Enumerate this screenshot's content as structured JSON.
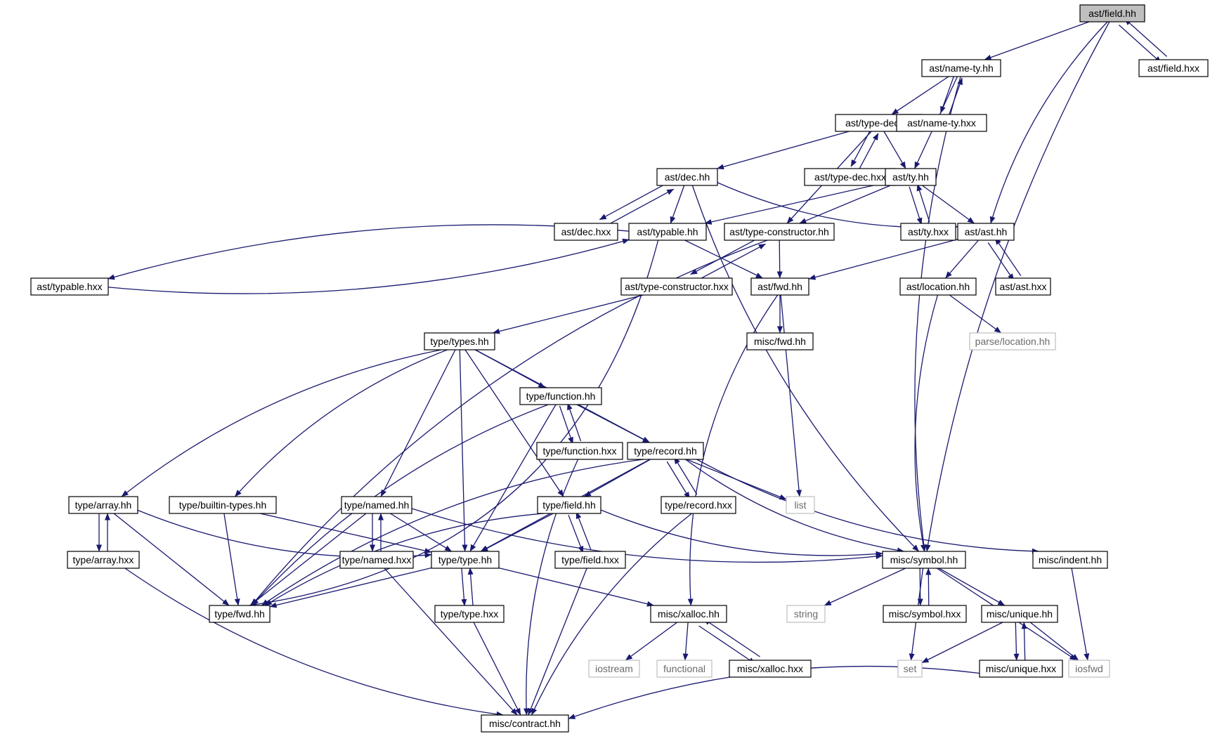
{
  "colors": {
    "edge": "#191970",
    "node_border": "#000000",
    "ext_border": "#bfbfbf",
    "root_fill": "#bfbfbf",
    "node_fill": "#ffffff"
  },
  "nodes": [
    {
      "id": "field_hh",
      "label": "ast/field.hh",
      "kind": "root"
    },
    {
      "id": "name_ty_hh",
      "label": "ast/name-ty.hh",
      "kind": "file"
    },
    {
      "id": "field_hxx",
      "label": "ast/field.hxx",
      "kind": "file"
    },
    {
      "id": "type_dec_hh",
      "label": "ast/type-dec.hh",
      "kind": "file"
    },
    {
      "id": "name_ty_hxx",
      "label": "ast/name-ty.hxx",
      "kind": "file"
    },
    {
      "id": "dec_hh",
      "label": "ast/dec.hh",
      "kind": "file"
    },
    {
      "id": "type_dec_hxx",
      "label": "ast/type-dec.hxx",
      "kind": "file"
    },
    {
      "id": "ty_hh",
      "label": "ast/ty.hh",
      "kind": "file"
    },
    {
      "id": "dec_hxx",
      "label": "ast/dec.hxx",
      "kind": "file"
    },
    {
      "id": "typable_hh",
      "label": "ast/typable.hh",
      "kind": "file"
    },
    {
      "id": "type_ctor_hh",
      "label": "ast/type-constructor.hh",
      "kind": "file"
    },
    {
      "id": "ty_hxx",
      "label": "ast/ty.hxx",
      "kind": "file"
    },
    {
      "id": "ast_hh",
      "label": "ast/ast.hh",
      "kind": "file"
    },
    {
      "id": "typable_hxx",
      "label": "ast/typable.hxx",
      "kind": "file"
    },
    {
      "id": "type_ctor_hxx",
      "label": "ast/type-constructor.hxx",
      "kind": "file"
    },
    {
      "id": "ast_fwd_hh",
      "label": "ast/fwd.hh",
      "kind": "file"
    },
    {
      "id": "location_hh",
      "label": "ast/location.hh",
      "kind": "file"
    },
    {
      "id": "ast_hxx",
      "label": "ast/ast.hxx",
      "kind": "file"
    },
    {
      "id": "types_hh",
      "label": "type/types.hh",
      "kind": "file"
    },
    {
      "id": "misc_fwd_hh",
      "label": "misc/fwd.hh",
      "kind": "file"
    },
    {
      "id": "parse_location_hh",
      "label": "parse/location.hh",
      "kind": "ext"
    },
    {
      "id": "function_hh",
      "label": "type/function.hh",
      "kind": "file"
    },
    {
      "id": "function_hxx",
      "label": "type/function.hxx",
      "kind": "file"
    },
    {
      "id": "record_hh",
      "label": "type/record.hh",
      "kind": "file"
    },
    {
      "id": "array_hh",
      "label": "type/array.hh",
      "kind": "file"
    },
    {
      "id": "builtin_hh",
      "label": "type/builtin-types.hh",
      "kind": "file"
    },
    {
      "id": "named_hh",
      "label": "type/named.hh",
      "kind": "file"
    },
    {
      "id": "tfield_hh",
      "label": "type/field.hh",
      "kind": "file"
    },
    {
      "id": "record_hxx",
      "label": "type/record.hxx",
      "kind": "file"
    },
    {
      "id": "list",
      "label": "list",
      "kind": "ext"
    },
    {
      "id": "array_hxx",
      "label": "type/array.hxx",
      "kind": "file"
    },
    {
      "id": "named_hxx",
      "label": "type/named.hxx",
      "kind": "file"
    },
    {
      "id": "type_hh",
      "label": "type/type.hh",
      "kind": "file"
    },
    {
      "id": "tfield_hxx",
      "label": "type/field.hxx",
      "kind": "file"
    },
    {
      "id": "symbol_hh",
      "label": "misc/symbol.hh",
      "kind": "file"
    },
    {
      "id": "indent_hh",
      "label": "misc/indent.hh",
      "kind": "file"
    },
    {
      "id": "type_fwd_hh",
      "label": "type/fwd.hh",
      "kind": "file"
    },
    {
      "id": "type_hxx",
      "label": "type/type.hxx",
      "kind": "file"
    },
    {
      "id": "xalloc_hh",
      "label": "misc/xalloc.hh",
      "kind": "file"
    },
    {
      "id": "string",
      "label": "string",
      "kind": "ext"
    },
    {
      "id": "symbol_hxx",
      "label": "misc/symbol.hxx",
      "kind": "file"
    },
    {
      "id": "unique_hh",
      "label": "misc/unique.hh",
      "kind": "file"
    },
    {
      "id": "iostream",
      "label": "iostream",
      "kind": "ext"
    },
    {
      "id": "functional",
      "label": "functional",
      "kind": "ext"
    },
    {
      "id": "xalloc_hxx",
      "label": "misc/xalloc.hxx",
      "kind": "file"
    },
    {
      "id": "set",
      "label": "set",
      "kind": "ext"
    },
    {
      "id": "unique_hxx",
      "label": "misc/unique.hxx",
      "kind": "file"
    },
    {
      "id": "iosfwd",
      "label": "iosfwd",
      "kind": "ext"
    },
    {
      "id": "contract_hh",
      "label": "misc/contract.hh",
      "kind": "file"
    }
  ],
  "edges": [
    [
      "field_hh",
      "name_ty_hh"
    ],
    [
      "field_hh",
      "field_hxx"
    ],
    [
      "field_hh",
      "ast_hh"
    ],
    [
      "field_hh",
      "symbol_hh"
    ],
    [
      "field_hxx",
      "field_hh"
    ],
    [
      "name_ty_hh",
      "type_dec_hh"
    ],
    [
      "name_ty_hh",
      "name_ty_hxx"
    ],
    [
      "name_ty_hh",
      "ty_hh"
    ],
    [
      "name_ty_hh",
      "symbol_hh"
    ],
    [
      "name_ty_hxx",
      "name_ty_hh"
    ],
    [
      "type_dec_hh",
      "dec_hh"
    ],
    [
      "type_dec_hh",
      "type_dec_hxx"
    ],
    [
      "type_dec_hh",
      "ty_hh"
    ],
    [
      "type_dec_hh",
      "type_ctor_hh"
    ],
    [
      "type_dec_hxx",
      "type_dec_hh"
    ],
    [
      "dec_hh",
      "dec_hxx"
    ],
    [
      "dec_hh",
      "typable_hh"
    ],
    [
      "dec_hh",
      "ast_hh"
    ],
    [
      "dec_hh",
      "symbol_hh"
    ],
    [
      "dec_hxx",
      "dec_hh"
    ],
    [
      "ty_hh",
      "ty_hxx"
    ],
    [
      "ty_hh",
      "ast_hh"
    ],
    [
      "ty_hh",
      "typable_hh"
    ],
    [
      "ty_hh",
      "type_ctor_hh"
    ],
    [
      "ty_hxx",
      "ty_hh"
    ],
    [
      "typable_hh",
      "typable_hxx"
    ],
    [
      "typable_hh",
      "ast_fwd_hh"
    ],
    [
      "typable_hh",
      "type_fwd_hh"
    ],
    [
      "typable_hxx",
      "typable_hh"
    ],
    [
      "type_ctor_hh",
      "type_ctor_hxx"
    ],
    [
      "type_ctor_hh",
      "ast_fwd_hh"
    ],
    [
      "type_ctor_hh",
      "type_fwd_hh"
    ],
    [
      "type_ctor_hxx",
      "type_ctor_hh"
    ],
    [
      "type_ctor_hxx",
      "types_hh"
    ],
    [
      "ast_hh",
      "ast_fwd_hh"
    ],
    [
      "ast_hh",
      "location_hh"
    ],
    [
      "ast_hh",
      "ast_hxx"
    ],
    [
      "ast_hxx",
      "ast_hh"
    ],
    [
      "ast_fwd_hh",
      "misc_fwd_hh"
    ],
    [
      "ast_fwd_hh",
      "list"
    ],
    [
      "ast_fwd_hh",
      "xalloc_hh"
    ],
    [
      "location_hh",
      "parse_location_hh"
    ],
    [
      "location_hh",
      "symbol_hh"
    ],
    [
      "types_hh",
      "function_hh"
    ],
    [
      "types_hh",
      "record_hh"
    ],
    [
      "types_hh",
      "array_hh"
    ],
    [
      "types_hh",
      "builtin_hh"
    ],
    [
      "types_hh",
      "named_hh"
    ],
    [
      "types_hh",
      "tfield_hh"
    ],
    [
      "types_hh",
      "type_hh"
    ],
    [
      "function_hh",
      "function_hxx"
    ],
    [
      "function_hh",
      "record_hh"
    ],
    [
      "function_hh",
      "type_hh"
    ],
    [
      "function_hh",
      "type_fwd_hh"
    ],
    [
      "function_hxx",
      "function_hh"
    ],
    [
      "function_hxx",
      "contract_hh"
    ],
    [
      "record_hh",
      "record_hxx"
    ],
    [
      "record_hh",
      "tfield_hh"
    ],
    [
      "record_hh",
      "type_hh"
    ],
    [
      "record_hh",
      "list"
    ],
    [
      "record_hh",
      "symbol_hh"
    ],
    [
      "record_hh",
      "indent_hh"
    ],
    [
      "record_hh",
      "type_fwd_hh"
    ],
    [
      "record_hxx",
      "record_hh"
    ],
    [
      "record_hxx",
      "contract_hh"
    ],
    [
      "array_hh",
      "array_hxx"
    ],
    [
      "array_hh",
      "type_hh"
    ],
    [
      "array_hh",
      "type_fwd_hh"
    ],
    [
      "array_hxx",
      "array_hh"
    ],
    [
      "array_hxx",
      "contract_hh"
    ],
    [
      "builtin_hh",
      "type_hh"
    ],
    [
      "builtin_hh",
      "type_fwd_hh"
    ],
    [
      "named_hh",
      "named_hxx"
    ],
    [
      "named_hh",
      "type_hh"
    ],
    [
      "named_hh",
      "symbol_hh"
    ],
    [
      "named_hh",
      "type_fwd_hh"
    ],
    [
      "named_hxx",
      "named_hh"
    ],
    [
      "named_hxx",
      "contract_hh"
    ],
    [
      "tfield_hh",
      "tfield_hxx"
    ],
    [
      "tfield_hh",
      "type_hh"
    ],
    [
      "tfield_hh",
      "symbol_hh"
    ],
    [
      "tfield_hh",
      "type_fwd_hh"
    ],
    [
      "tfield_hxx",
      "tfield_hh"
    ],
    [
      "tfield_hxx",
      "contract_hh"
    ],
    [
      "type_hh",
      "type_hxx"
    ],
    [
      "type_hh",
      "type_fwd_hh"
    ],
    [
      "type_hh",
      "xalloc_hh"
    ],
    [
      "type_hxx",
      "type_hh"
    ],
    [
      "type_hxx",
      "contract_hh"
    ],
    [
      "symbol_hh",
      "string"
    ],
    [
      "symbol_hh",
      "symbol_hxx"
    ],
    [
      "symbol_hh",
      "unique_hh"
    ],
    [
      "symbol_hh",
      "set"
    ],
    [
      "symbol_hh",
      "iosfwd"
    ],
    [
      "symbol_hxx",
      "symbol_hh"
    ],
    [
      "unique_hh",
      "unique_hxx"
    ],
    [
      "unique_hh",
      "set"
    ],
    [
      "unique_hh",
      "iosfwd"
    ],
    [
      "unique_hxx",
      "unique_hh"
    ],
    [
      "unique_hxx",
      "contract_hh"
    ],
    [
      "indent_hh",
      "iosfwd"
    ],
    [
      "xalloc_hh",
      "iostream"
    ],
    [
      "xalloc_hh",
      "functional"
    ],
    [
      "xalloc_hh",
      "xalloc_hxx"
    ],
    [
      "xalloc_hxx",
      "xalloc_hh"
    ]
  ]
}
